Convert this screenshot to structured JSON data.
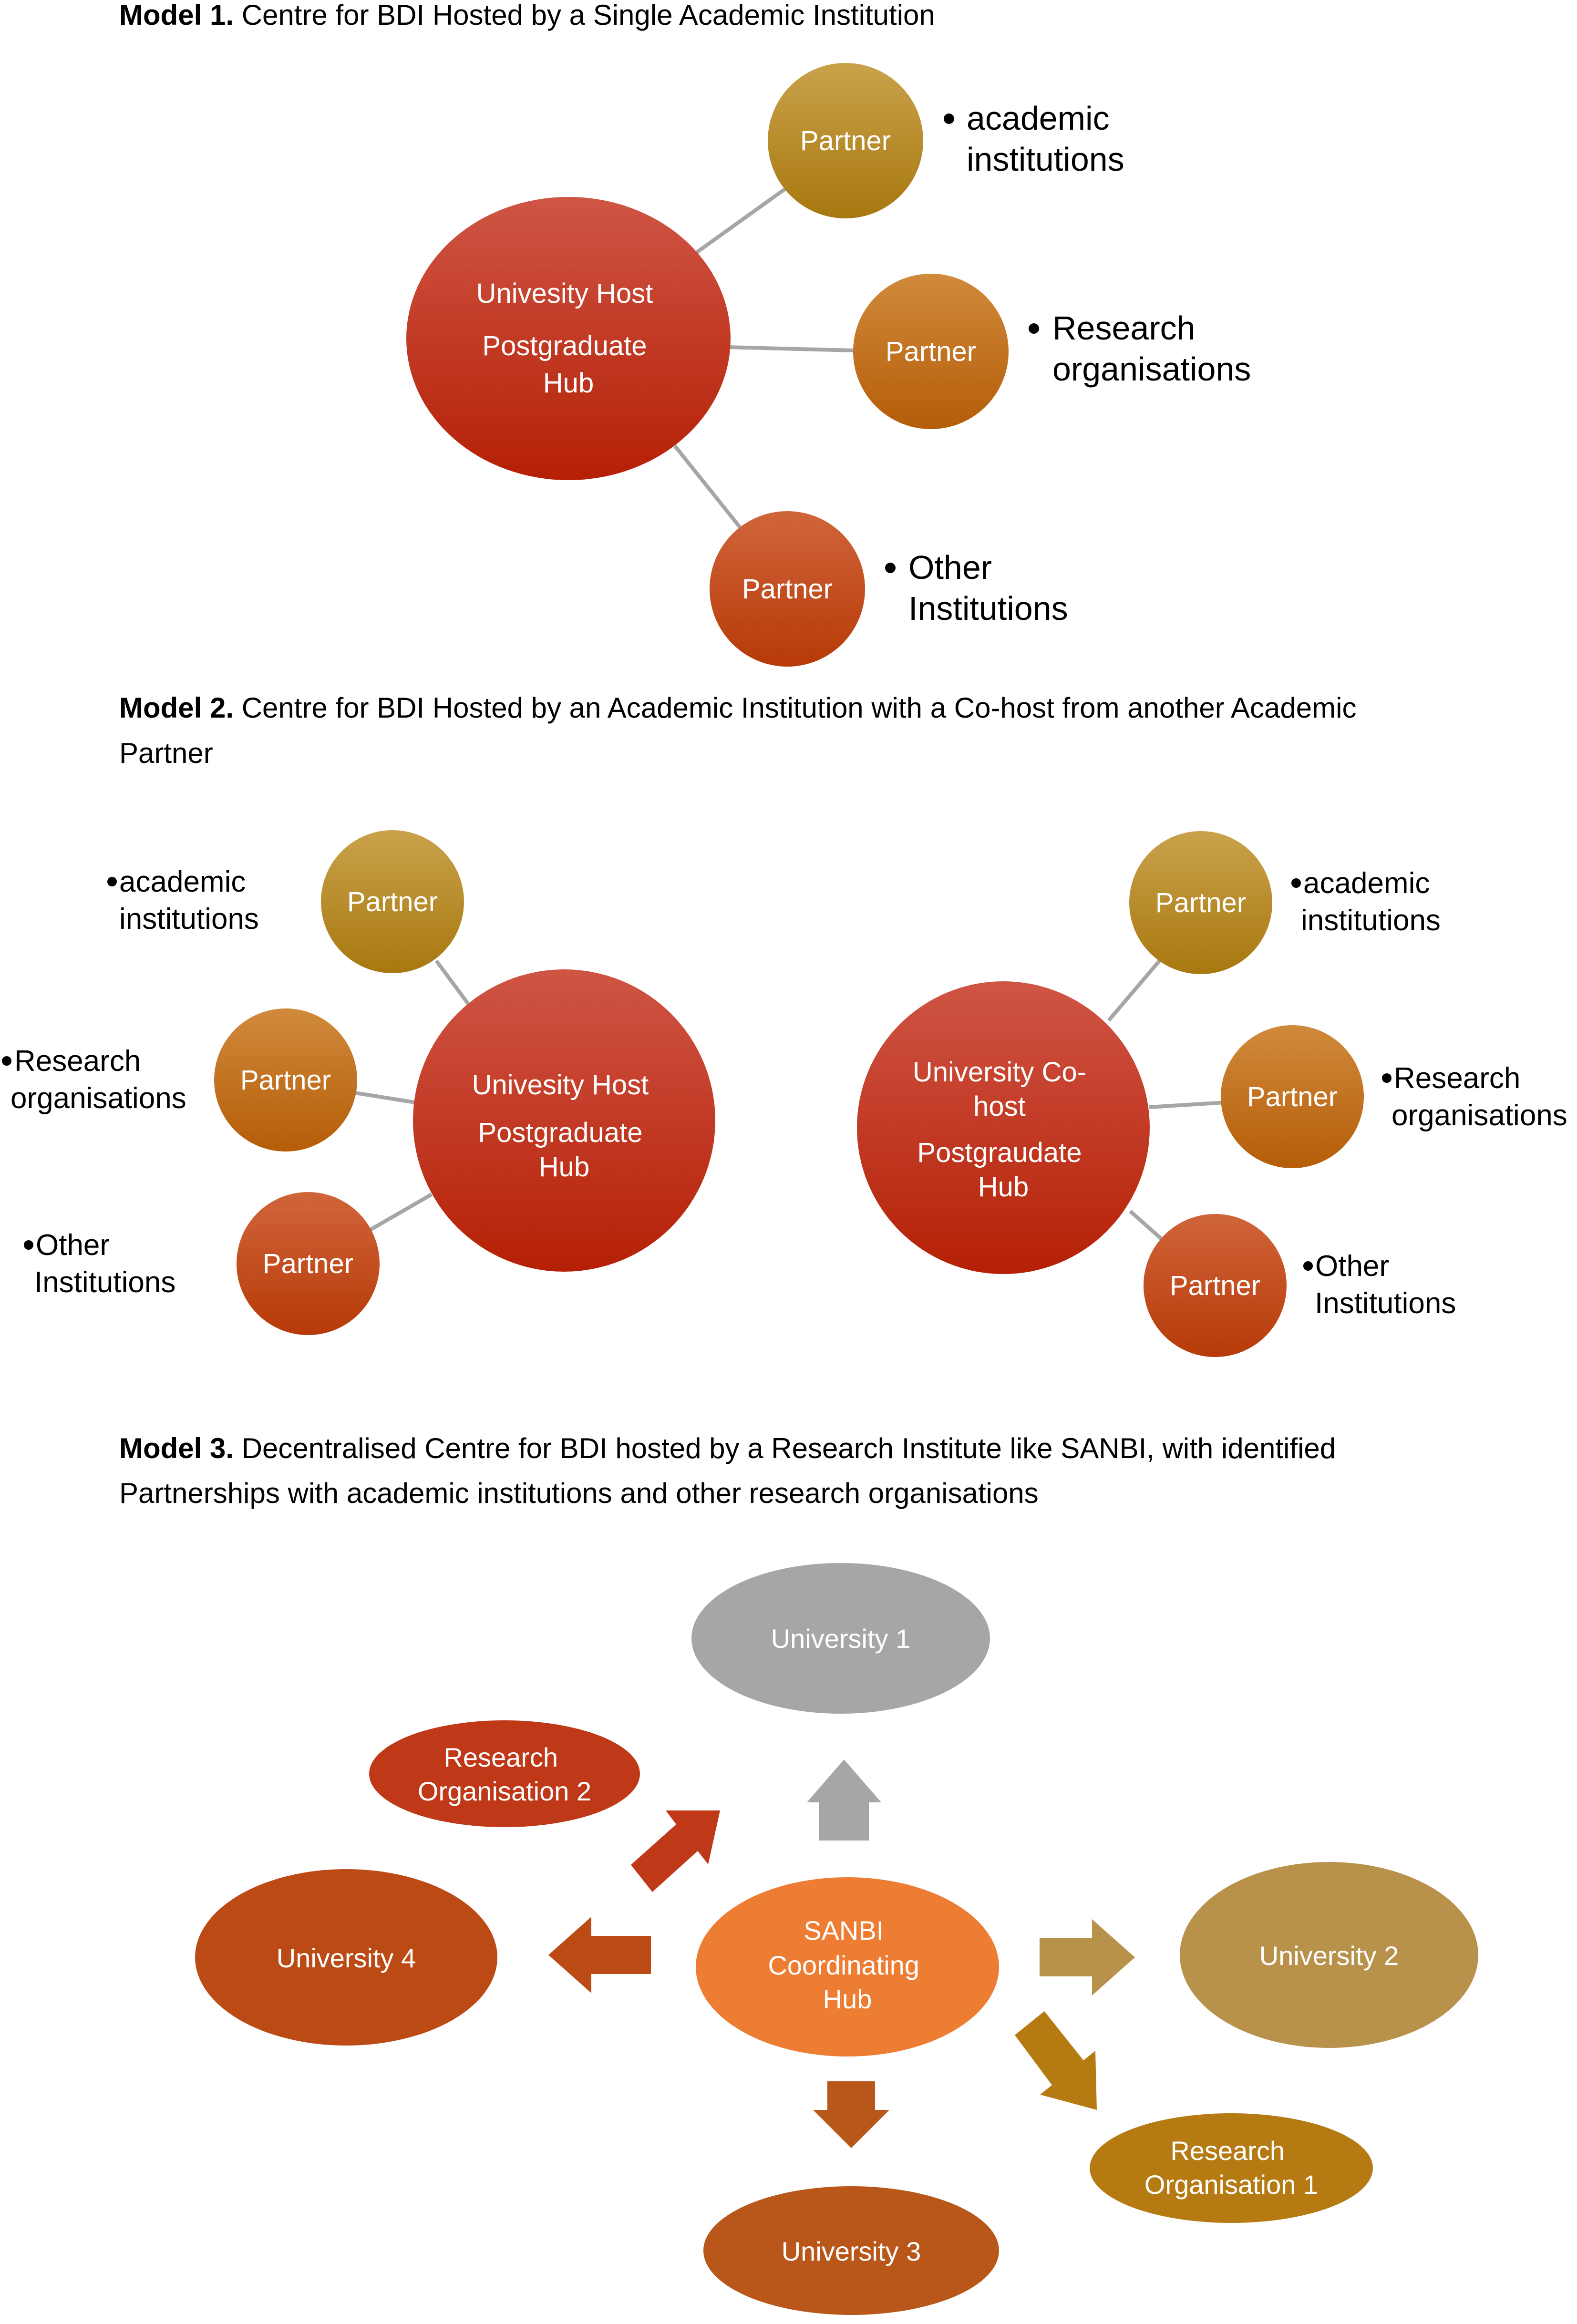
{
  "model1": {
    "heading_bold": "Model 1.",
    "heading_text": " Centre for BDI Hosted by a Single Academic Institution",
    "host": [
      "Univesity Host",
      "Postgraduate",
      "Hub"
    ],
    "partners": [
      {
        "label": "Partner",
        "bullet_lines": [
          "academic",
          "institutions"
        ]
      },
      {
        "label": "Partner",
        "bullet_lines": [
          "Research",
          "organisations"
        ]
      },
      {
        "label": "Partner",
        "bullet_lines": [
          "Other",
          "Institutions"
        ]
      }
    ]
  },
  "model2": {
    "heading_bold": "Model 2.",
    "heading_line1": " Centre for BDI Hosted by an Academic Institution with a Co-host from another Academic",
    "heading_line2": "Partner",
    "host": [
      "Univesity Host",
      "Postgraduate",
      "Hub"
    ],
    "cohost": [
      "University Co-",
      "host",
      "Postgraudate",
      "Hub"
    ],
    "host_partners": [
      {
        "label": "Partner",
        "bullet_lines": [
          "academic",
          "institutions"
        ]
      },
      {
        "label": "Partner",
        "bullet_lines": [
          "Research",
          "organisations"
        ]
      },
      {
        "label": "Partner",
        "bullet_lines": [
          "Other",
          "Institutions"
        ]
      }
    ],
    "cohost_partners": [
      {
        "label": "Partner",
        "bullet_lines": [
          "academic",
          "institutions"
        ]
      },
      {
        "label": "Partner",
        "bullet_lines": [
          "Research",
          "organisations"
        ]
      },
      {
        "label": "Partner",
        "bullet_lines": [
          "Other",
          "Institutions"
        ]
      }
    ]
  },
  "model3": {
    "heading_bold": "Model 3.",
    "heading_line1": " Decentralised Centre for BDI hosted by a Research Institute like SANBI, with identified",
    "heading_line2": "Partnerships with academic institutions and other research organisations",
    "hub": [
      "SANBI",
      "Coordinating",
      "Hub"
    ],
    "university1": "University 1",
    "university2": "University 2",
    "university3": "University 3",
    "university4": "University 4",
    "research_org1": [
      "Research",
      "Organisation 1"
    ],
    "research_org2": [
      "Research",
      "Organisation 2"
    ]
  },
  "colors": {
    "host_red": "#c0321f",
    "partner_gold": "#bb9232",
    "partner_orange": "#c36a1c",
    "partner_red": "#c2481c",
    "university1_gray": "#a6a6a6",
    "university2_tan": "#b8914a",
    "university3_rust": "#b9571a",
    "university4_rust": "#bb4a15",
    "research_org1_gold": "#b57a12",
    "research_org2_red": "#bf3818",
    "hub_orange": "#ee7d34",
    "connector_gray": "#a6a6a6"
  }
}
